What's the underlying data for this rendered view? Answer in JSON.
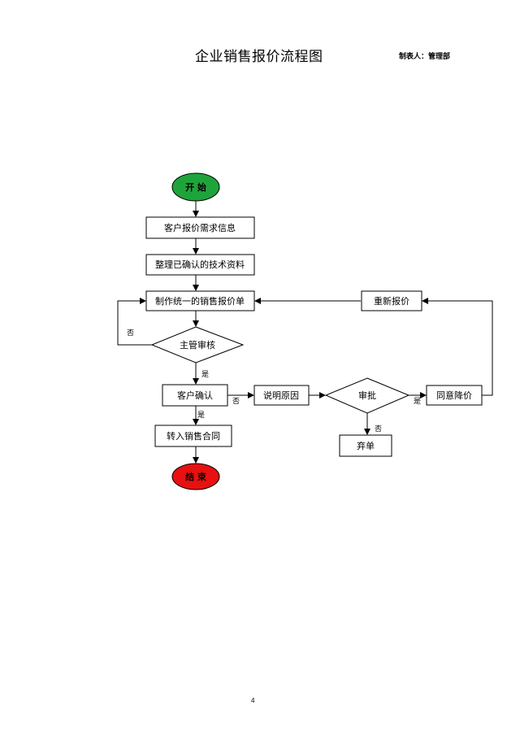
{
  "header": {
    "title": "企业销售报价流程图",
    "maker": "制表人：管理部"
  },
  "nodes": {
    "start": "开  始",
    "customer_req": "客户报价需求信息",
    "tech_docs": "整理已确认的技术资料",
    "unified_quote": "制作统一的销售报价单",
    "supervisor_review": "主管审核",
    "customer_confirm": "客户确认",
    "contract": "转入销售合同",
    "end": "结  束",
    "explain_reason": "说明原因",
    "approval": "审批",
    "agree_price_cut": "同意降价",
    "abandon": "弃单",
    "requote": "重新报价"
  },
  "edge_labels": {
    "review_no": "否",
    "review_yes": "是",
    "confirm_no": "否",
    "confirm_yes": "是",
    "approval_yes": "是",
    "approval_no": "否"
  },
  "colors": {
    "start_fill": "#1fa43b",
    "end_fill": "#e81010",
    "line": "#000000"
  },
  "footer": {
    "page_number": "4"
  }
}
